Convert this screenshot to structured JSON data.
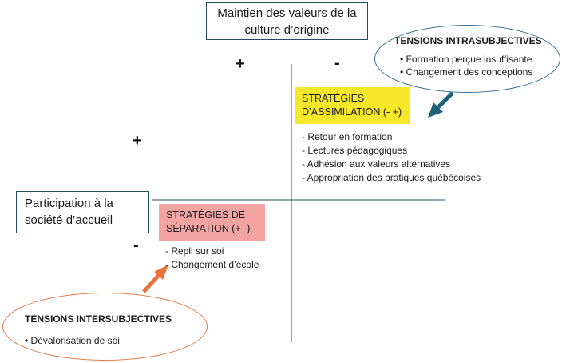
{
  "axes": {
    "vertical_label": "Maintien des valeurs de la culture d’origine",
    "horizontal_label": "Participation à la société d’accueil",
    "vertical_plus": "+",
    "vertical_minus": "-",
    "horizontal_plus": "+",
    "horizontal_minus": "-"
  },
  "assimilation": {
    "title_line1": "STRATÉGIES",
    "title_line2": "D’ASSIMILATION (- +)",
    "items": [
      "Retour en formation",
      "Lectures pédagogiques",
      "Adhésion aux valeurs alternatives",
      "Appropriation des pratiques québécoises"
    ],
    "color": "#f5e82a"
  },
  "separation": {
    "title_line1": "STRATÉGIES DE",
    "title_line2": "SÉPARATION (+ -)",
    "items": [
      "Repli sur soi",
      "Changement d’école"
    ],
    "color": "#f4a3a3"
  },
  "intrasubjective": {
    "title": "TENSIONS INTRASUBJECTIVES",
    "items": [
      "Formation perçue insuffisante",
      "Changement des conceptions"
    ],
    "border_color": "#2e6f8e",
    "arrow_color": "#1f5f7a"
  },
  "intersubjective": {
    "title": "TENSIONS INTERSUBJECTIVES",
    "items": [
      "Dévalorisation de soi"
    ],
    "border_color": "#e8743b",
    "arrow_color": "#e8743b"
  }
}
